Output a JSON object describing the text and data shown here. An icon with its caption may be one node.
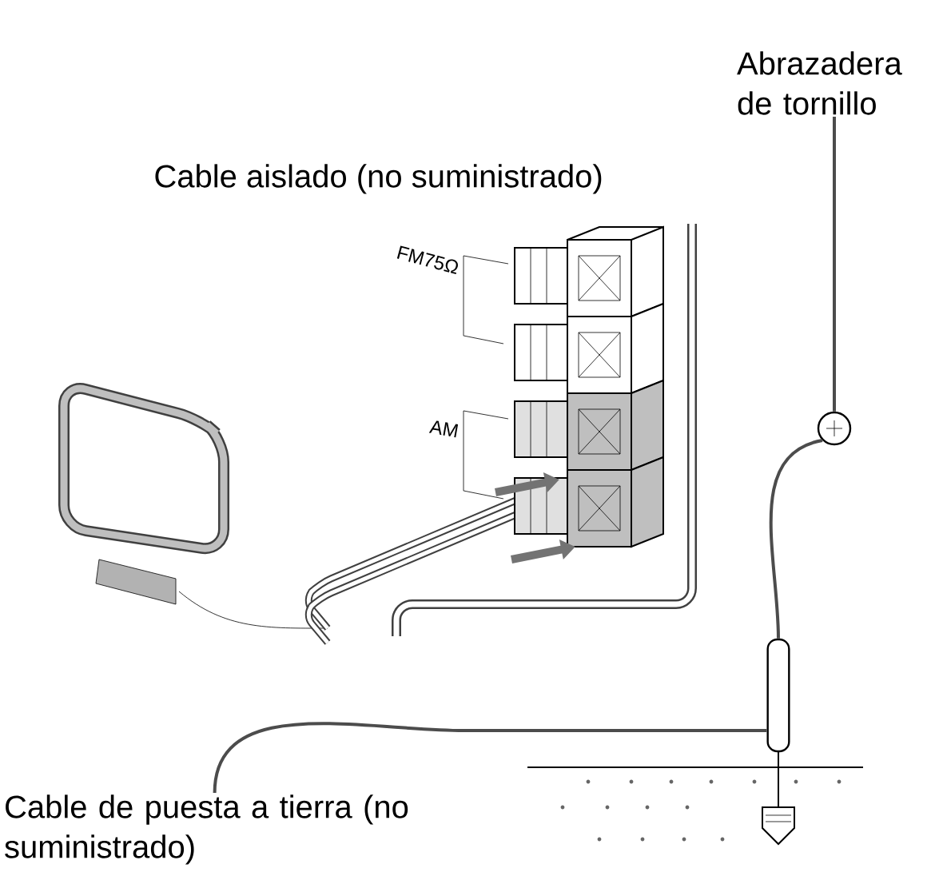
{
  "diagram": {
    "nodes": [
      {
        "text": [
          "Abrazadera de tornillo"
        ]
      },
      {
        "text": [],
        "shape": "circle"
      },
      {
        "text": [
          "Cable de puesta a tierra (no suministrado)"
        ]
      },
      {
        "text": [],
        "shape": "cylinder"
      }
    ],
    "edges": [
      {
        "from": 0,
        "to": 1,
        "arrow": "none"
      },
      {
        "from": 2,
        "to": 3,
        "arrow": "none"
      },
      {
        "from": 1,
        "to": 3,
        "arrow": "none"
      }
    ],
    "labels": [
      "Cable aislado (no suministrado)",
      "FM75Ω",
      "AM"
    ]
  }
}
